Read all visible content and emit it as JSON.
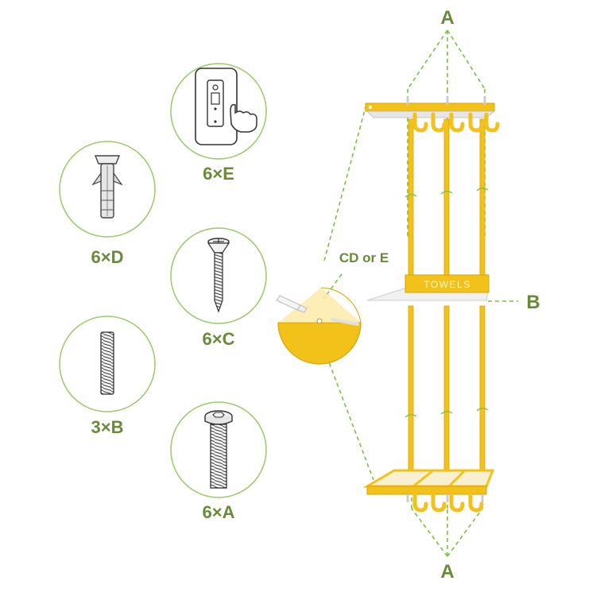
{
  "parts": [
    {
      "key": "E",
      "label": "6×E",
      "icon": "adhesive-hook-icon"
    },
    {
      "key": "D",
      "label": "6×D",
      "icon": "wall-anchor-icon"
    },
    {
      "key": "C",
      "label": "6×C",
      "icon": "wood-screw-icon"
    },
    {
      "key": "B",
      "label": "3×B",
      "icon": "threaded-rod-icon"
    },
    {
      "key": "A",
      "label": "6×A",
      "icon": "machine-bolt-icon"
    }
  ],
  "assembly": {
    "top_callout": "A",
    "bottom_callout": "A",
    "side_callout": "B",
    "detail_callout": "CD or E",
    "shelf_text": "TOWELS"
  },
  "colors": {
    "accent_green": "#6a8a3a",
    "circle_stroke": "#9cc96b",
    "guide_dash": "#7cc242",
    "rack_gold": "#f2c11a",
    "rack_gold_dark": "#d9a400"
  }
}
